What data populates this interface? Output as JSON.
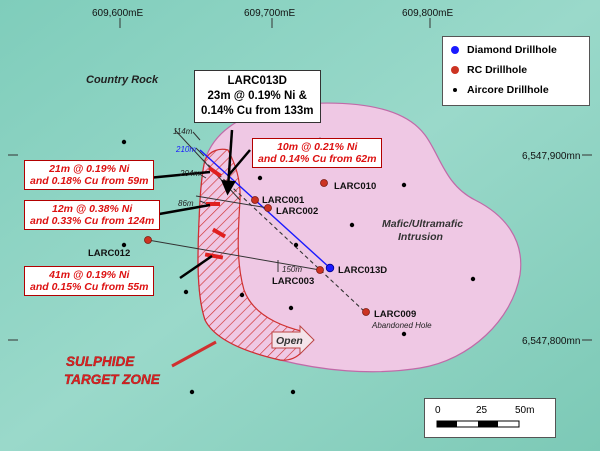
{
  "grid": {
    "eastings": [
      "609,600mE",
      "609,700mE",
      "609,800mE"
    ],
    "northings": [
      "6,547,900mn",
      "6,547,800mn"
    ]
  },
  "regions": {
    "country_rock": "Country Rock",
    "intrusion_line1": "Mafic/Ultramafic",
    "intrusion_line2": "Intrusion",
    "target_line1": "SULPHIDE",
    "target_line2": "TARGET ZONE",
    "open": "Open"
  },
  "legend": {
    "diamond": "Diamond Drillhole",
    "rc": "RC Drillhole",
    "aircore": "Aircore Drillhole",
    "colors": {
      "diamond": "#1a1aff",
      "rc": "#cc3322",
      "aircore": "#000000"
    }
  },
  "holes": {
    "larc013d": "LARC013D",
    "larc010": "LARC010",
    "larc001": "LARC001",
    "larc002": "LARC002",
    "larc012": "LARC012",
    "larc003": "LARC003",
    "larc009": "LARC009",
    "abandoned": "Abandoned Hole"
  },
  "depths": {
    "d114": "114m",
    "d210": "210m",
    "d204": "204m",
    "d86": "86m",
    "d150": "150m"
  },
  "callouts": {
    "larc013d": [
      "LARC013D",
      "23m @ 0.19% Ni &",
      "0.14% Cu from 133m"
    ],
    "c10m": [
      "10m @ 0.21% Ni",
      "and 0.14% Cu from 62m"
    ],
    "c21m": [
      "21m @ 0.19% Ni",
      "and 0.18% Cu from 59m"
    ],
    "c12m": [
      "12m @ 0.38% Ni",
      "and 0.33% Cu from 124m"
    ],
    "c41m": [
      "41m @ 0.19% Ni",
      "and 0.15% Cu from 55m"
    ]
  },
  "scale": {
    "t0": "0",
    "t25": "25",
    "t50": "50m"
  },
  "colors": {
    "background": "#8fd4c4",
    "intrusion": "#efc8e4",
    "target_hatch": "#d03030"
  }
}
